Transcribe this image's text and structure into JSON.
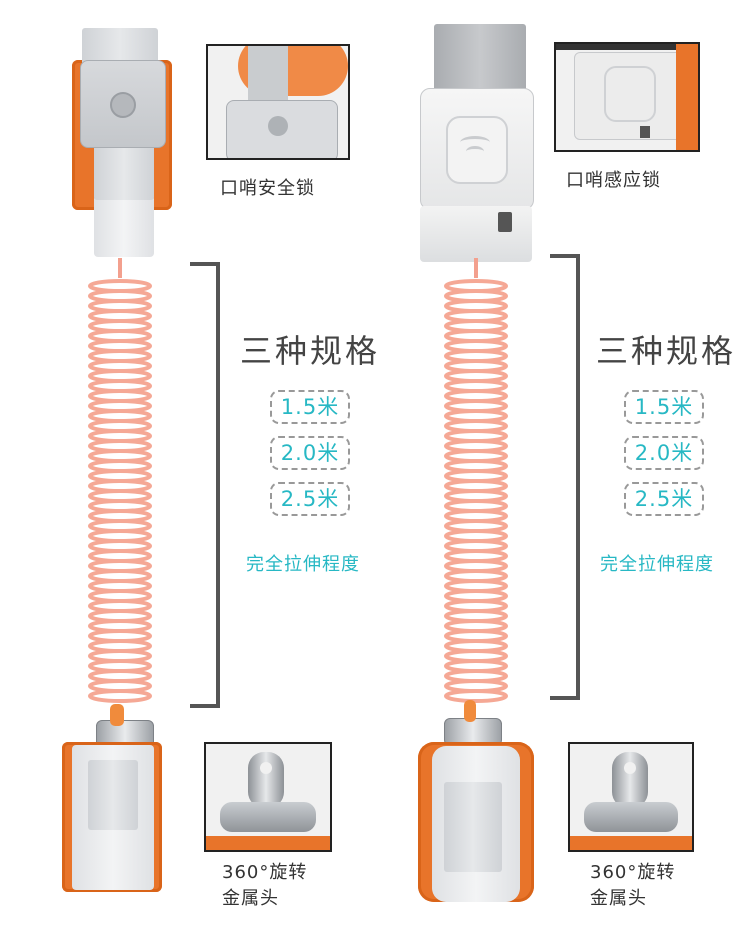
{
  "left_panel": {
    "top_caption": "口哨安全锁",
    "heading": "三种规格",
    "specs": [
      "1.5米",
      "2.0米",
      "2.5米"
    ],
    "stretch_note": "完全拉伸程度",
    "bottom_caption_line1": "360°旋转",
    "bottom_caption_line2": "金属头"
  },
  "right_panel": {
    "top_caption": "口哨感应锁",
    "heading": "三种规格",
    "specs": [
      "1.5米",
      "2.0米",
      "2.5米"
    ],
    "stretch_note": "完全拉伸程度",
    "bottom_caption_line1": "360°旋转",
    "bottom_caption_line2": "金属头"
  },
  "colors": {
    "accent_teal": "#27b8c4",
    "strap_orange": "#e8742a",
    "coil_salmon": "#f3a08e"
  }
}
